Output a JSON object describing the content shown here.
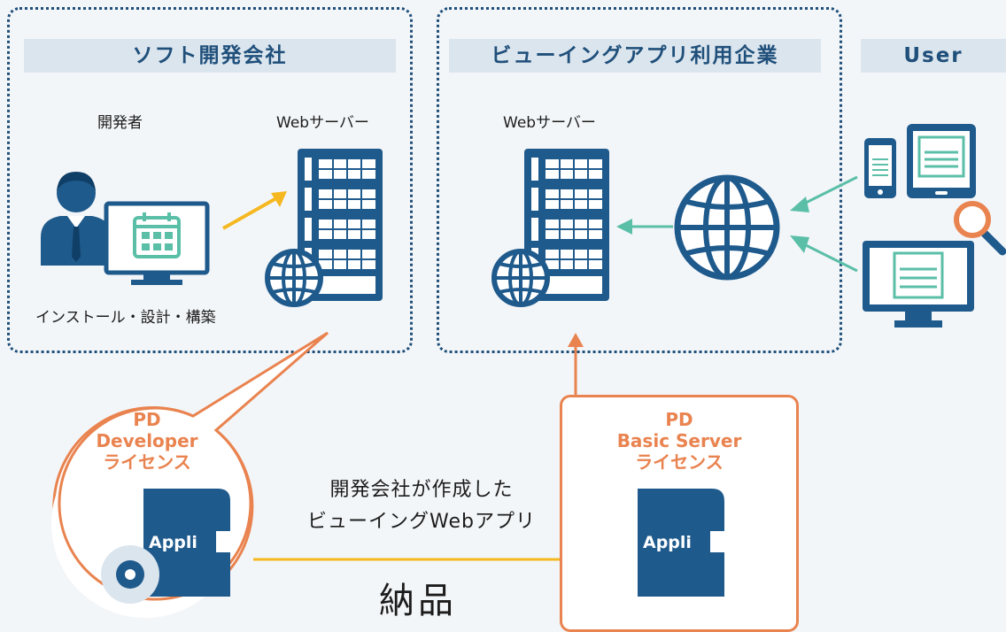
{
  "sections": {
    "developer_company": "ソフト開発会社",
    "viewing_company": "ビューイングアプリ利用企業",
    "user": "User"
  },
  "labels": {
    "developer": "開発者",
    "web_server_1": "Webサーバー",
    "web_server_2": "Webサーバー",
    "install_caption": "インストール・設計・構築"
  },
  "license_dev": {
    "line1": "PD",
    "line2": "Developer",
    "line3": "ライセンス"
  },
  "license_server": {
    "line1": "PD",
    "line2": "Basic Server",
    "line3": "ライセンス"
  },
  "appli_label_1": "Appli",
  "appli_label_2": "Appli",
  "delivery": {
    "line1": "開発会社が作成した",
    "line2": "ビューイングWebアプリ",
    "action": "納品"
  },
  "colors": {
    "navy": "#1f5a8c",
    "teal": "#5bbfa8",
    "orange": "#e9834f",
    "yellow": "#f5b820"
  }
}
